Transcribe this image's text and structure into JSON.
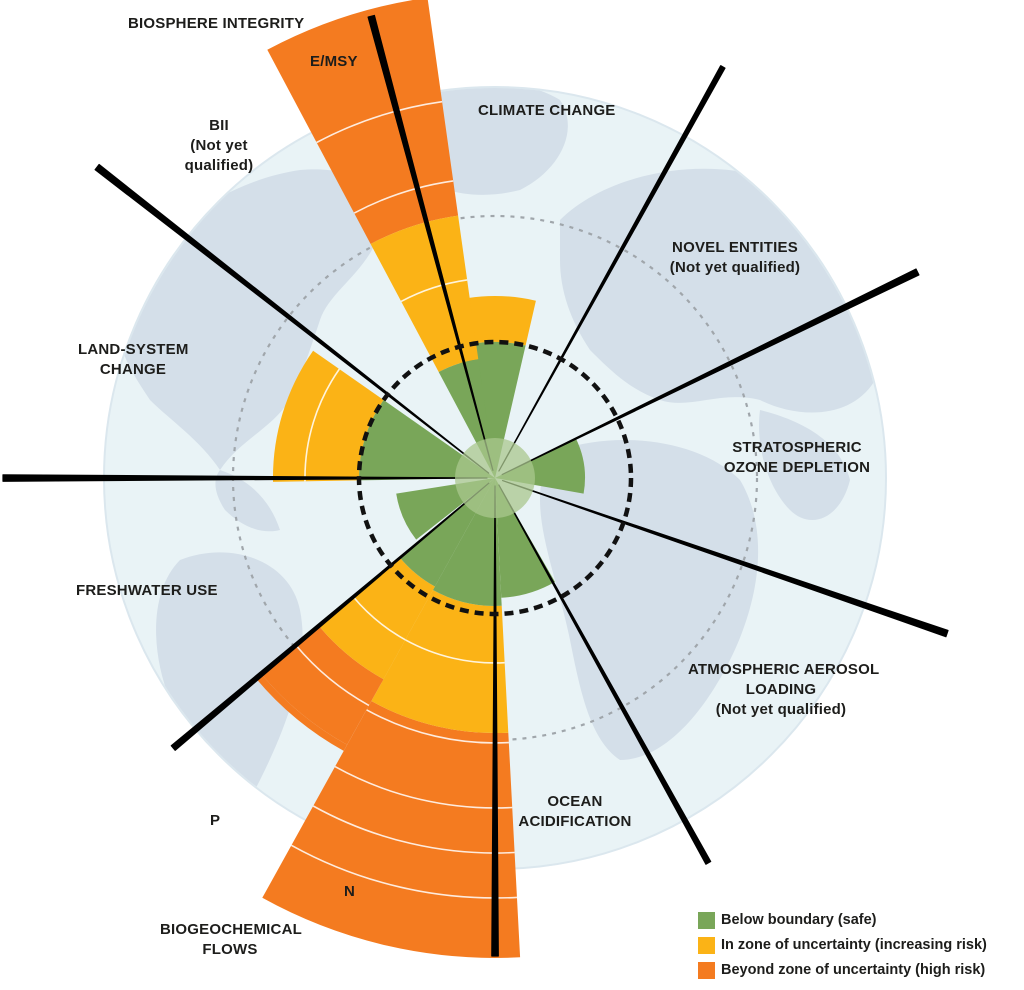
{
  "labels": {
    "biosphere_integrity": "BIOSPHERE INTEGRITY",
    "emsy": "E/MSY",
    "bii": [
      "BII",
      "(Not yet",
      "qualified)"
    ],
    "climate_change": "CLIMATE CHANGE",
    "novel_entities": [
      "NOVEL ENTITIES",
      "(Not yet qualified)"
    ],
    "stratospheric_ozone": [
      "STRATOSPHERIC",
      "OZONE DEPLETION"
    ],
    "atmospheric_aerosol": [
      "ATMOSPHERIC AEROSOL",
      "LOADING",
      "(Not yet qualified)"
    ],
    "ocean_acidification": [
      "OCEAN",
      "ACIDIFICATION"
    ],
    "biogeochemical_flows": [
      "BIOGEOCHEMICAL",
      "FLOWS"
    ],
    "p": "P",
    "n": "N",
    "freshwater_use": "FRESHWATER USE",
    "land_system_change": [
      "LAND-SYSTEM",
      "CHANGE"
    ]
  },
  "legend": [
    {
      "label": "Below boundary (safe)",
      "color": "#79a659"
    },
    {
      "label": "In zone of uncertainty (increasing risk)",
      "color": "#fbb316"
    },
    {
      "label": "Beyond zone of uncertainty (high risk)",
      "color": "#f47b20"
    }
  ],
  "colors": {
    "safe": "#79a659",
    "uncertain": "#fbb316",
    "high_risk": "#f47b20",
    "globe_ocean": "#e9f3f6",
    "globe_land": "#d4dfe9",
    "divider": "#000000"
  },
  "boundaries": [
    {
      "name": "Climate change",
      "level": "uncertain"
    },
    {
      "name": "Novel entities",
      "level": "not-quantified"
    },
    {
      "name": "Stratospheric ozone depletion",
      "level": "safe"
    },
    {
      "name": "Atmospheric aerosol loading",
      "level": "not-quantified"
    },
    {
      "name": "Ocean acidification",
      "level": "safe"
    },
    {
      "name": "Biogeochemical flows N",
      "level": "high-risk"
    },
    {
      "name": "Biogeochemical flows P",
      "level": "high-risk"
    },
    {
      "name": "Freshwater use",
      "level": "safe"
    },
    {
      "name": "Land-system change",
      "level": "uncertain"
    },
    {
      "name": "Biosphere integrity BII",
      "level": "not-quantified"
    },
    {
      "name": "Biosphere integrity E/MSY",
      "level": "high-risk"
    }
  ]
}
